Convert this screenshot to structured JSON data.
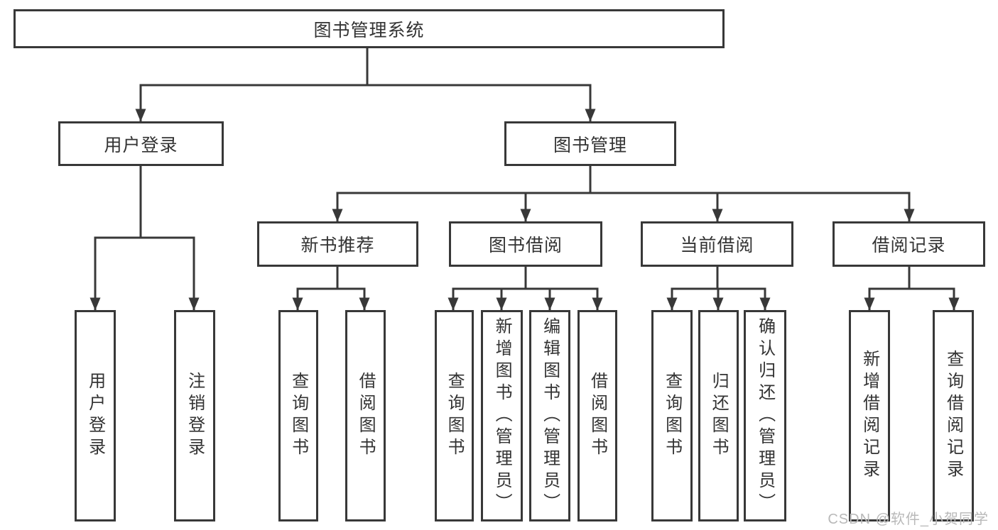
{
  "colors": {
    "line": "#383838",
    "box_border": "#383838",
    "text": "#333333",
    "watermark": "#b9b9b9",
    "background": "#ffffff"
  },
  "watermark": {
    "text": "CSDN @软件_小贺同学"
  },
  "tree": {
    "root": {
      "label": "图书管理系统"
    },
    "children": [
      {
        "label": "用户登录",
        "children": [
          {
            "label": "用户登录"
          },
          {
            "label": "注销登录"
          }
        ]
      },
      {
        "label": "图书管理",
        "children": [
          {
            "label": "新书推荐",
            "children": [
              {
                "label": "查询图书"
              },
              {
                "label": "借阅图书"
              }
            ]
          },
          {
            "label": "图书借阅",
            "children": [
              {
                "label": "查询图书"
              },
              {
                "label": "新增图书（管理员）"
              },
              {
                "label": "编辑图书（管理员）"
              },
              {
                "label": "借阅图书"
              }
            ]
          },
          {
            "label": "当前借阅",
            "children": [
              {
                "label": "查询图书"
              },
              {
                "label": "归还图书"
              },
              {
                "label": "确认归还（管理员）"
              }
            ]
          },
          {
            "label": "借阅记录",
            "children": [
              {
                "label": "新增借阅记录"
              },
              {
                "label": "查询借阅记录"
              }
            ]
          }
        ]
      }
    ]
  }
}
